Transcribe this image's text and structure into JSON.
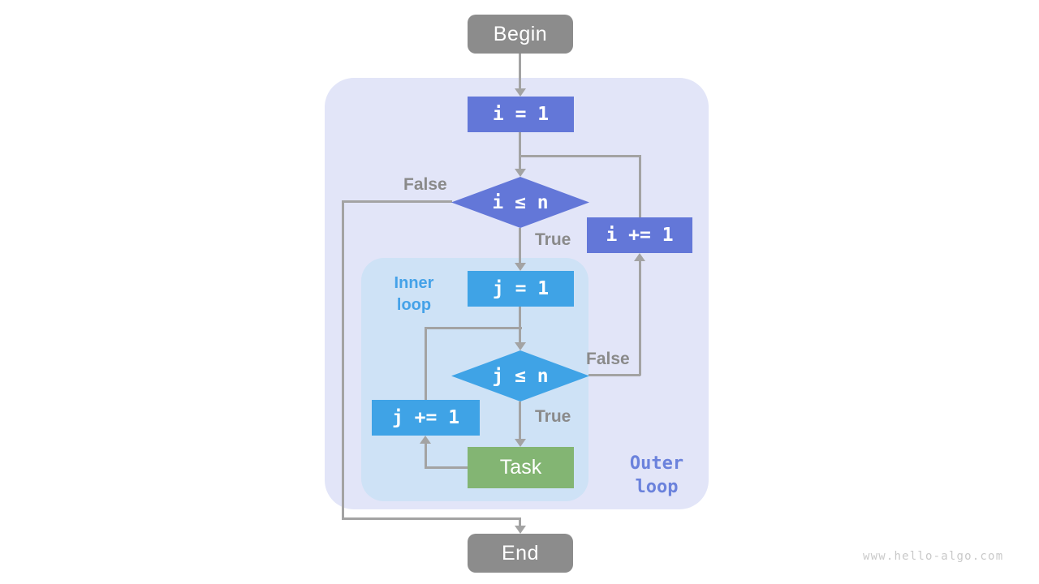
{
  "nodes": {
    "begin": "Begin",
    "init_i": "i = 1",
    "cond_i": "i ≤ n",
    "inc_i": "i += 1",
    "init_j": "j = 1",
    "cond_j": "j ≤ n",
    "inc_j": "j += 1",
    "task": "Task",
    "end": "End"
  },
  "edge_labels": {
    "cond_i_false": "False",
    "cond_i_true": "True",
    "cond_j_false": "False",
    "cond_j_true": "True"
  },
  "region_labels": {
    "inner": "Inner loop",
    "outer": "Outer loop"
  },
  "watermark": "www.hello-algo.com",
  "palette": {
    "terminal_gray": "#8C8C8C",
    "outer_loop_accent": "#6377D8",
    "inner_loop_accent": "#3FA3E6",
    "task_green": "#83B573",
    "outer_region_bg": "#E2E5F8",
    "inner_region_bg": "#CEE2F6",
    "edge_line": "#A3A3A3",
    "edge_label_gray": "#8A8A8A",
    "inner_label_blue": "#45A2E8",
    "outer_label_purple": "#6B82DC",
    "watermark_gray": "#C9C9C9"
  }
}
